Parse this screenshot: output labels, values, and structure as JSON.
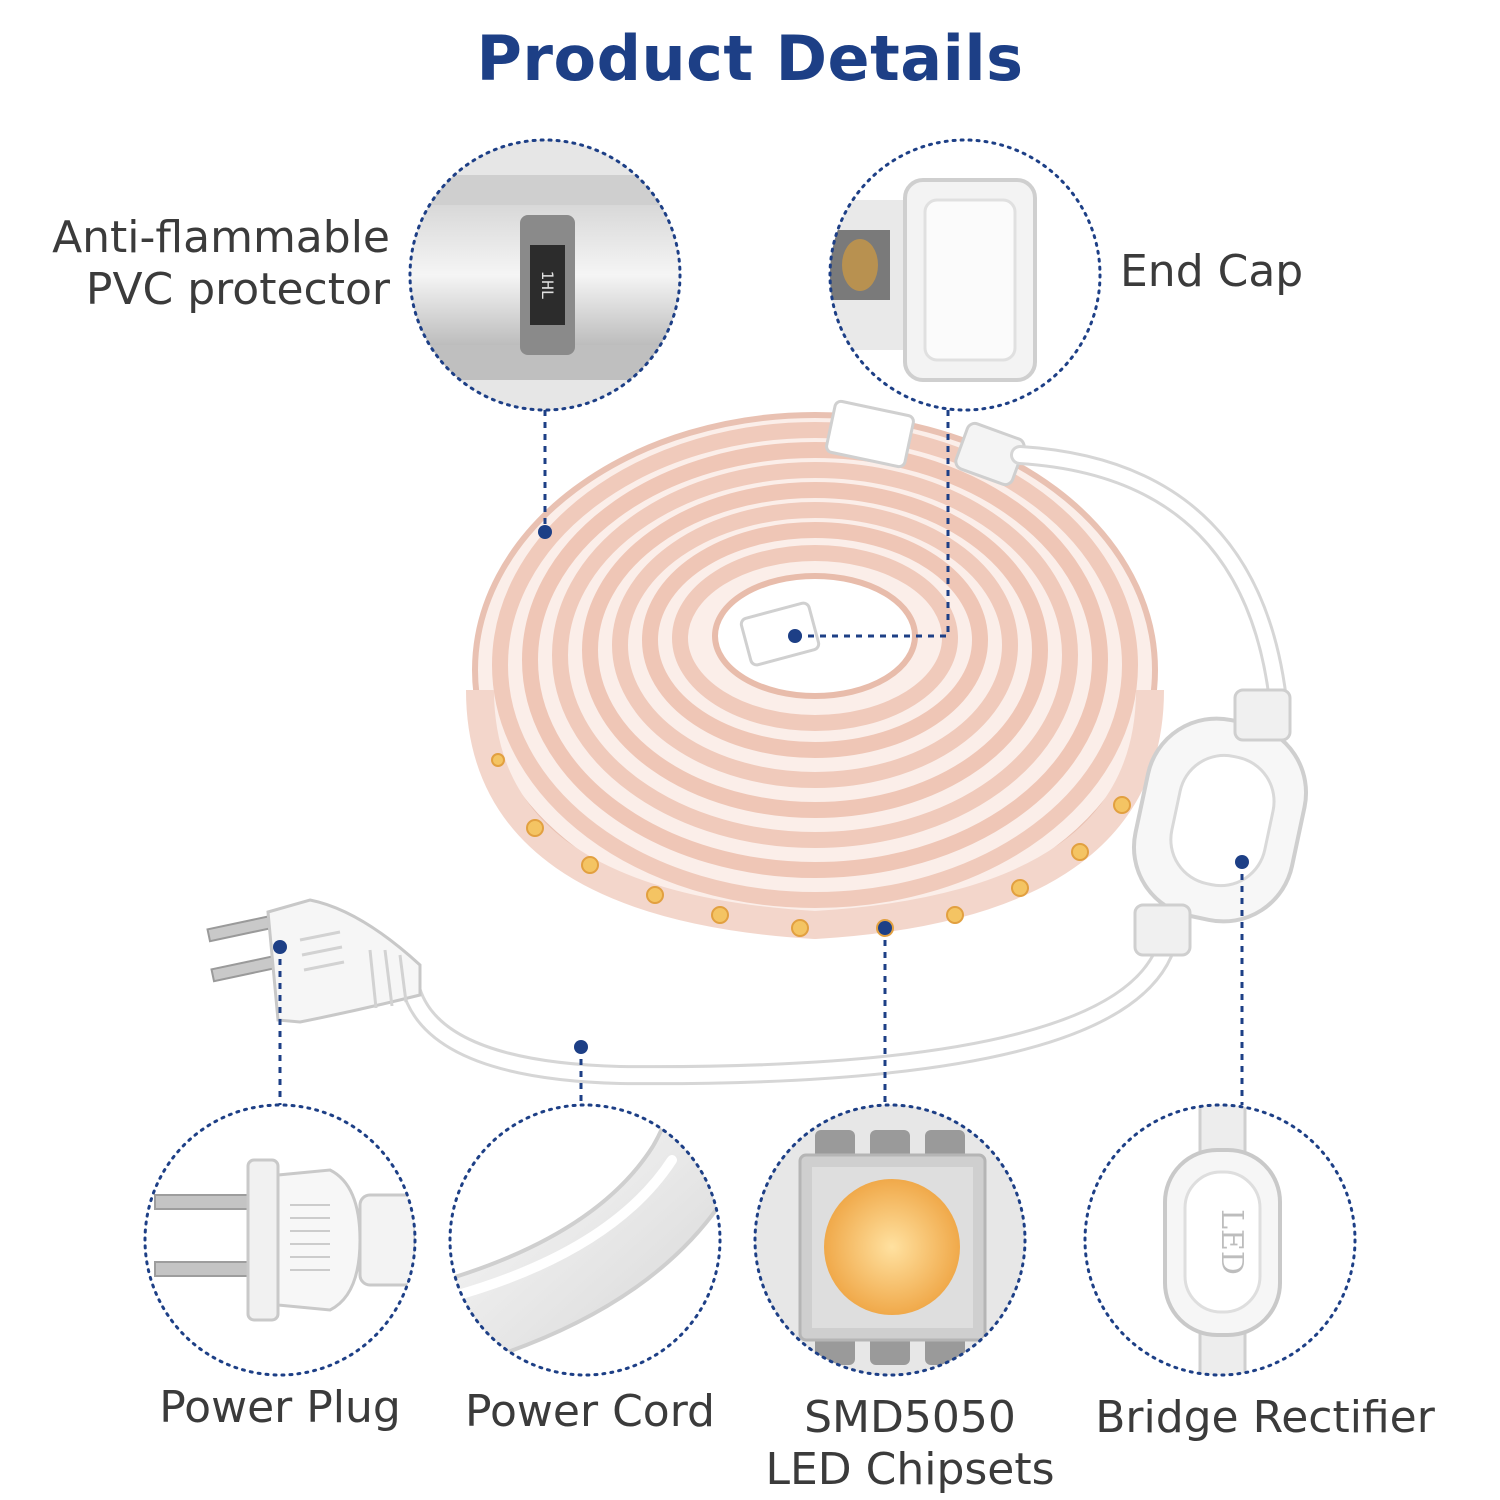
{
  "title": "Product Details",
  "colors": {
    "title": "#1d3f86",
    "label": "#3b3b3b",
    "leader": "#1d3f86",
    "led": "#f6c566",
    "strip": "#f1c8b8"
  },
  "callouts": {
    "pvc": {
      "line1": "Anti-flammable",
      "line2": "PVC protector",
      "icon": "pvc-protector-detail"
    },
    "end_cap": {
      "label": "End Cap",
      "icon": "end-cap-detail"
    },
    "power_plug": {
      "label": "Power Plug",
      "icon": "power-plug-detail"
    },
    "power_cord": {
      "label": "Power Cord",
      "icon": "power-cord-detail"
    },
    "smd": {
      "line1": "SMD5050",
      "line2": "LED Chipsets",
      "icon": "smd5050-chip-detail"
    },
    "rectifier": {
      "label": "Bridge Rectifier",
      "icon": "bridge-rectifier-detail"
    }
  },
  "chip_marking": "1HL",
  "rectifier_marking": "LED"
}
